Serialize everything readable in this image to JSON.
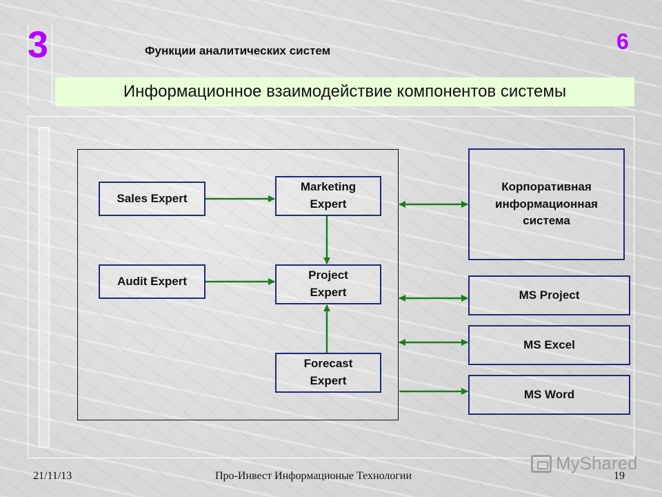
{
  "header": {
    "section_number": "3",
    "slide_number": "6",
    "heading": "Функции аналитических систем",
    "title": "Информационное взаимодействие компонентов системы"
  },
  "diagram": {
    "experts": {
      "sales": "Sales Expert",
      "audit": "Audit Expert",
      "marketing": "Marketing\nExpert",
      "project": "Project\nExpert",
      "forecast": "Forecast\nExpert"
    },
    "systems": {
      "corporate": "Корпоративная\nинформационная\nсистема",
      "ms_project": "MS Project",
      "ms_excel": "MS Excel",
      "ms_word": "MS Word"
    },
    "colors": {
      "box_border": "#1e2a78",
      "arrow": "#1a7f1a",
      "accent": "#b400ff",
      "title_band": "#e8ffd8"
    }
  },
  "footer": {
    "date": "21/11/13",
    "company": "Про-Инвест Информационые Технологии",
    "page": "19"
  },
  "watermark": {
    "text": "MyShared",
    "icon": "myshared-logo-icon"
  }
}
